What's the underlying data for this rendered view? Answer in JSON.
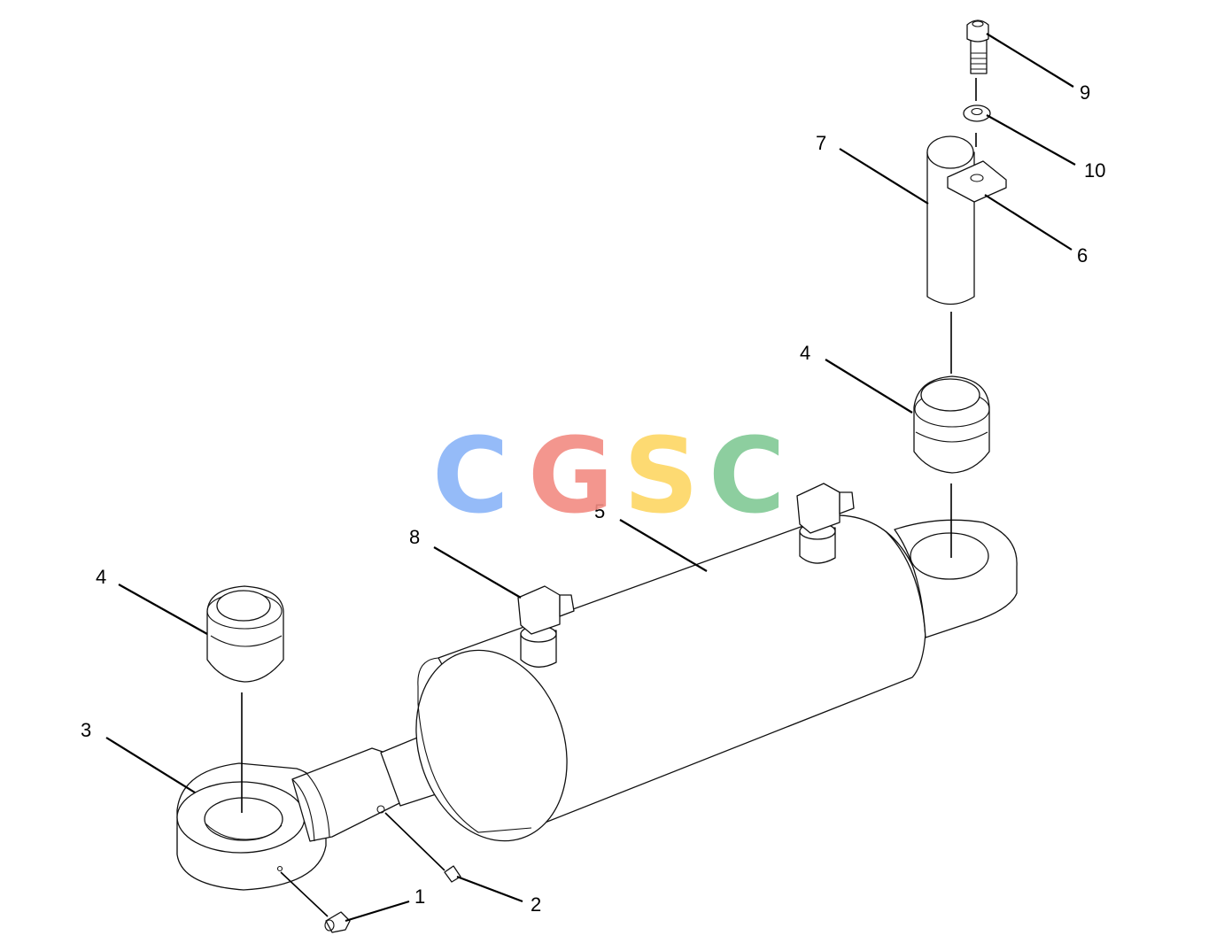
{
  "callouts": {
    "c1": "1",
    "c2": "2",
    "c3": "3",
    "c4a": "4",
    "c4b": "4",
    "c5": "5",
    "c6": "6",
    "c7": "7",
    "c8": "8",
    "c9": "9",
    "c10": "10"
  },
  "watermark": {
    "text": "CGSC",
    "colors": [
      "#8ab4f8",
      "#f28b82",
      "#fdd663",
      "#81c995"
    ]
  }
}
